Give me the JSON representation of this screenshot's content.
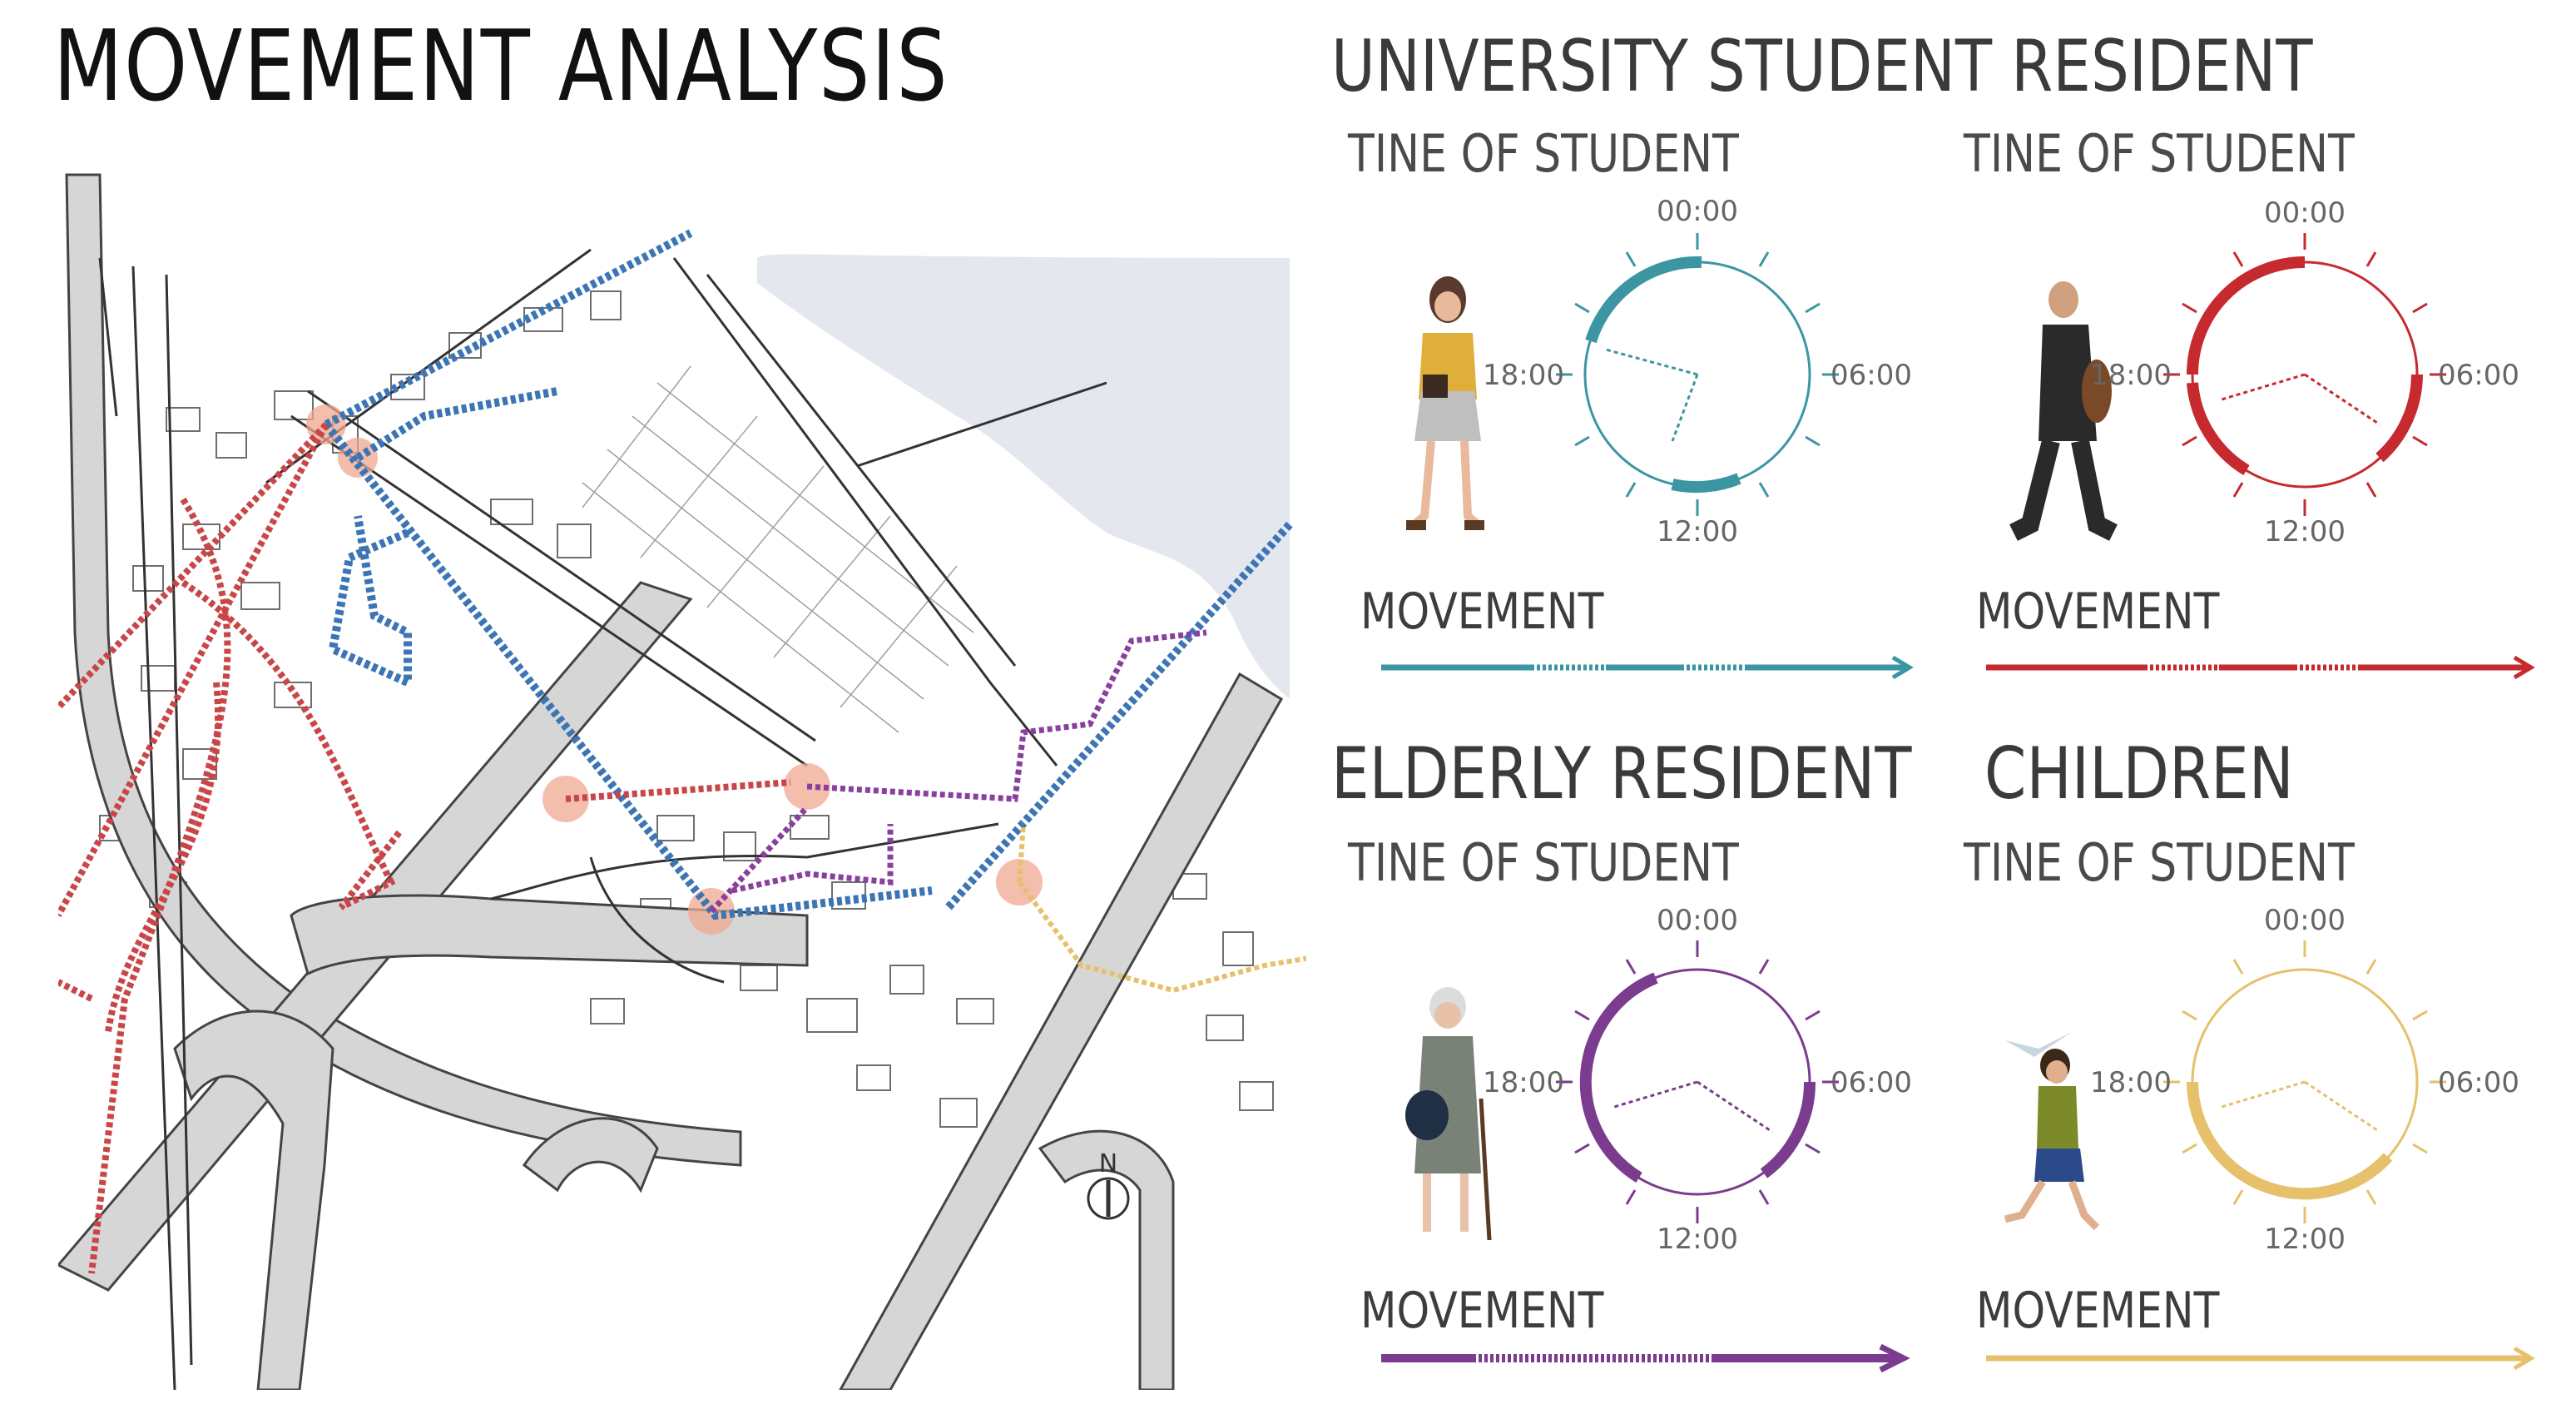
{
  "title": "MOVEMENT ANALYSIS",
  "map": {
    "north_label": "N"
  },
  "groups": [
    {
      "id": "university",
      "section_title": "UNIVERSITY STUDENT RESIDENT",
      "panels": [
        {
          "subtitle": "TINE OF STUDENT",
          "color": "#3c95a3",
          "movement_label": "MOVEMENT",
          "clock": {
            "top": "00:00",
            "right": "06:00",
            "bottom": "12:00",
            "left": "18:00"
          }
        },
        {
          "subtitle": "TINE OF STUDENT",
          "color": "#c62a2f",
          "movement_label": "MOVEMENT",
          "clock": {
            "top": "00:00",
            "right": "06:00",
            "bottom": "12:00",
            "left": "18:00"
          }
        }
      ]
    },
    {
      "id": "elderly",
      "section_title": "ELDERLY RESIDENT",
      "panel": {
        "subtitle": "TINE OF STUDENT",
        "color": "#7b3b8e",
        "movement_label": "MOVEMENT",
        "clock": {
          "top": "00:00",
          "right": "06:00",
          "bottom": "12:00",
          "left": "18:00"
        }
      }
    },
    {
      "id": "children",
      "section_title": "CHILDREN",
      "panel": {
        "subtitle": "TINE OF STUDENT",
        "color": "#e6c06a",
        "movement_label": "MOVEMENT",
        "clock": {
          "top": "00:00",
          "right": "06:00",
          "bottom": "12:00",
          "left": "18:00"
        }
      }
    }
  ],
  "colors": {
    "student": "#3c95a3",
    "worker": "#c62a2f",
    "elderly": "#7b3b8e",
    "children": "#e6c06a",
    "water": "#e4e8ee",
    "road": "#d6d6d6",
    "node": "#f0a890"
  }
}
